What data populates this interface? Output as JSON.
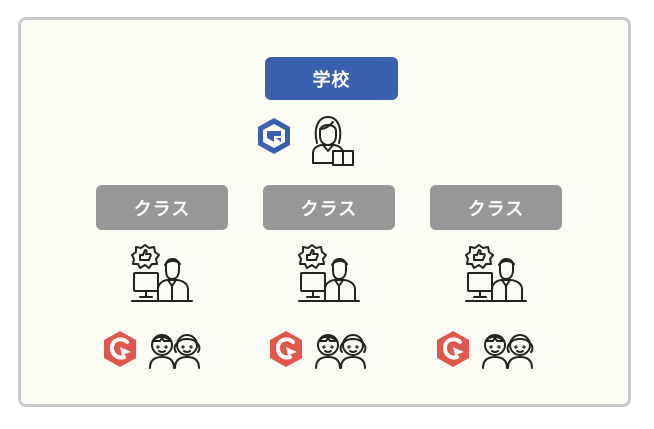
{
  "diagram": {
    "school_label": "学校",
    "class_labels": [
      "クラス",
      "クラス",
      "クラス"
    ],
    "colors": {
      "school": "#3a5fae",
      "class": "#979797",
      "teacher_logo": "#3a5fae",
      "student_logo": "#e2574c",
      "frame_bg": "#fcfbf4",
      "frame_border": "#c9c9c9"
    },
    "icons": {
      "school_app": "blue-hexagon-logo-icon",
      "school_staff": "woman-with-book-icon",
      "teacher": "teacher-at-computer-with-thumbs-up-icon",
      "student_app": "red-hexagon-logo-icon",
      "students": "two-children-icon"
    }
  }
}
